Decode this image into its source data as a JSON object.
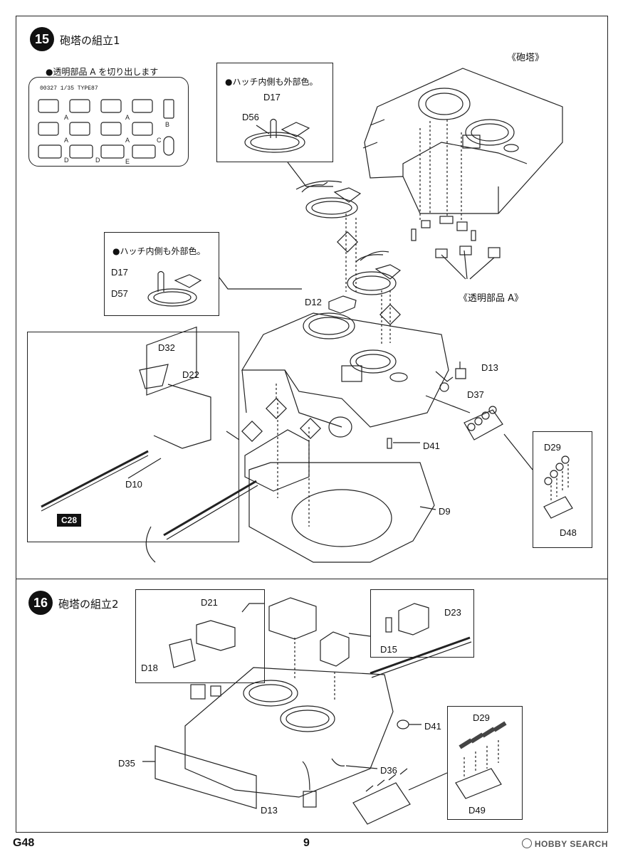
{
  "step15": {
    "number": "15",
    "title": "砲塔の組立1",
    "sprue_note": "●透明部品 A を切り出します",
    "sprue_code": "00327 1/35 TYPE87",
    "sprue_letters": [
      "A",
      "A",
      "A",
      "A",
      "B",
      "C",
      "D",
      "D",
      "E"
    ],
    "hatch_note_1": "●ハッチ内側も外部色。",
    "hatch_note_2": "●ハッチ内側も外部色。",
    "turret_label": "《砲塔》",
    "clear_parts_label": "《透明部品 A》",
    "labels": {
      "d17a": "D17",
      "d56": "D56",
      "d17b": "D17",
      "d57": "D57",
      "d12": "D12",
      "d32": "D32",
      "d22": "D22",
      "d10": "D10",
      "c28": "C28",
      "d13": "D13",
      "d37": "D37",
      "d41": "D41",
      "d29": "D29",
      "d48": "D48",
      "d9": "D9"
    }
  },
  "step16": {
    "number": "16",
    "title": "砲塔の組立2",
    "labels": {
      "d21": "D21",
      "d18": "D18",
      "d23": "D23",
      "d15": "D15",
      "d41": "D41",
      "d35": "D35",
      "d36": "D36",
      "d13": "D13",
      "d29": "D29",
      "d49": "D49"
    }
  },
  "footer": {
    "code": "G48",
    "page": "9",
    "watermark": "HOBBY SEARCH"
  }
}
